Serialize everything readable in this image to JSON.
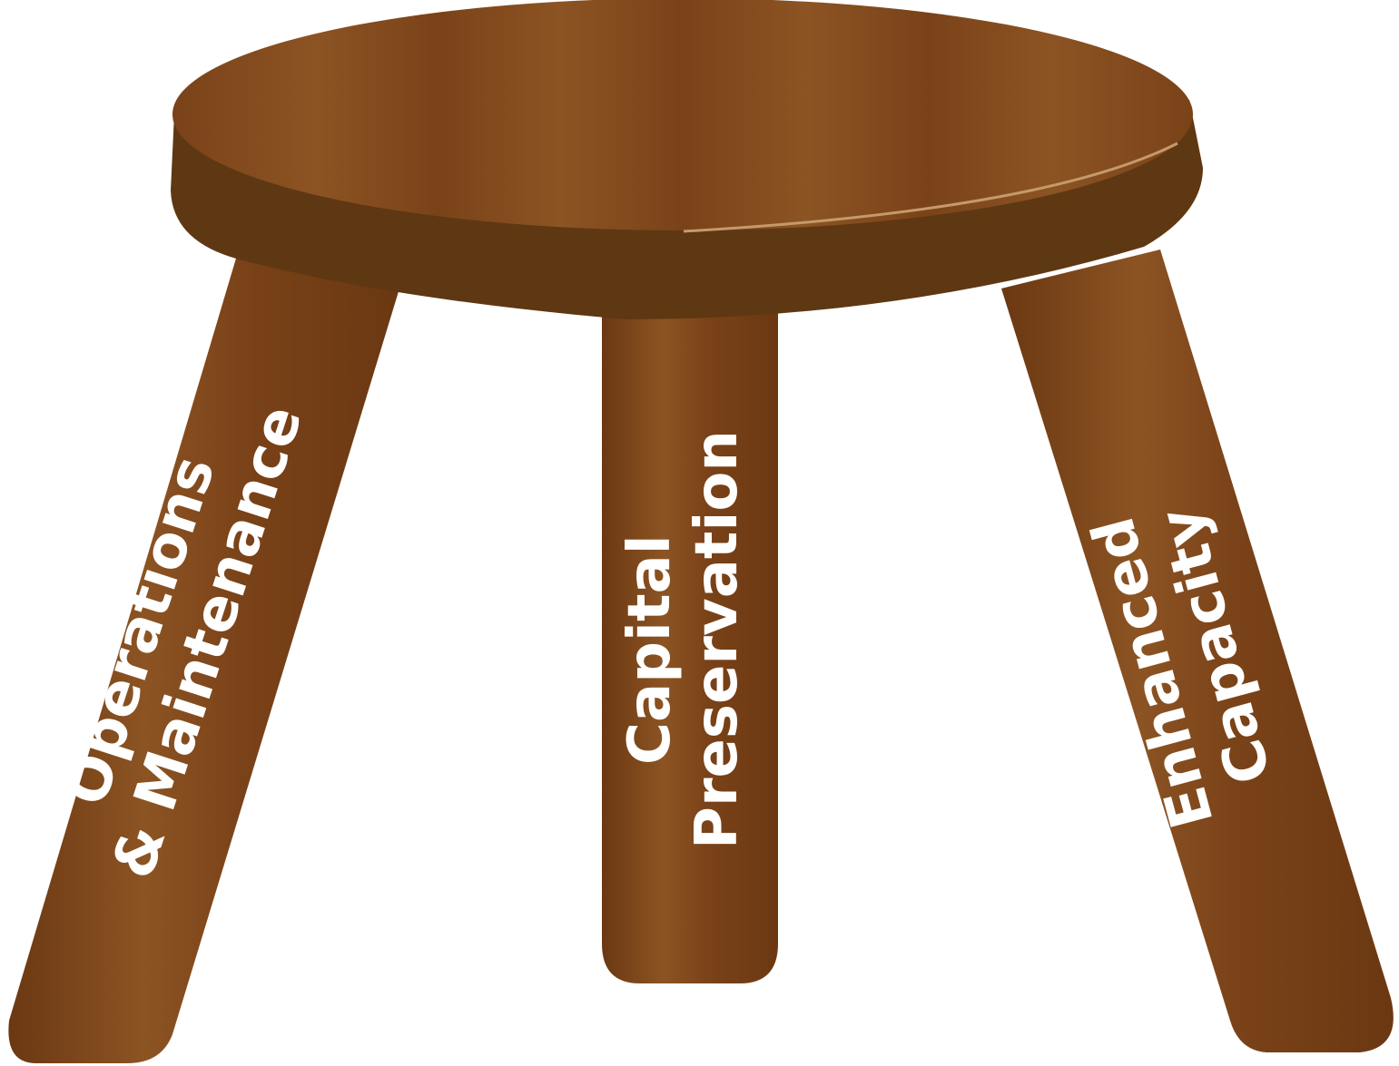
{
  "legs": [
    {
      "id": "left",
      "lines": [
        "Operations",
        "& Maintenance"
      ]
    },
    {
      "id": "middle",
      "lines": [
        "Capital",
        "Preservation"
      ]
    },
    {
      "id": "right",
      "lines": [
        "Enhanced",
        "Capacity"
      ]
    }
  ],
  "colors": {
    "wood_light": "#8c5423",
    "wood_mid": "#7a4218",
    "wood_dark": "#6b3812",
    "seat_edge": "#5e3812",
    "highlight": "#c49a6c",
    "text": "#ffffff"
  }
}
